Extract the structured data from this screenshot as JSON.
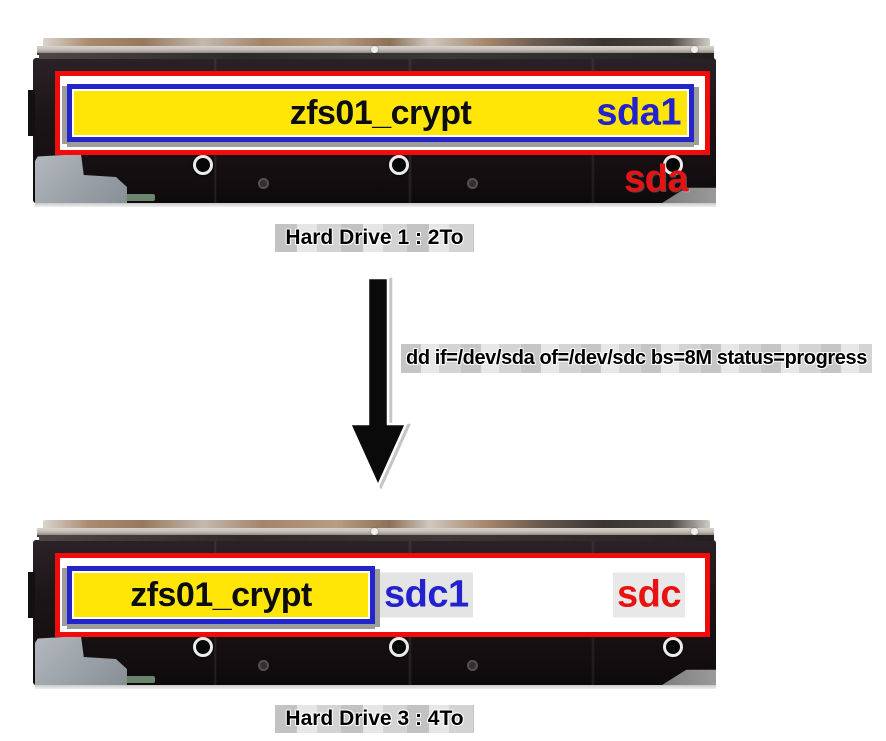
{
  "diagram": {
    "source_drive": {
      "caption": "Hard Drive 1 : 2To",
      "device": "sda",
      "partition_name": "zfs01_crypt",
      "partition_device": "sda1"
    },
    "target_drive": {
      "caption": "Hard Drive 3 : 4To",
      "device": "sdc",
      "partition_name": "zfs01_crypt",
      "partition_device": "sdc1"
    },
    "command": "dd if=/dev/sda of=/dev/sdc bs=8M status=progress"
  },
  "colors": {
    "disk_outline_red": "#f20b0b",
    "partition_border_blue": "#2424cb",
    "partition_fill_yellow": "#ffe607",
    "device_label_red": "#e81212",
    "partition_label_blue": "#2222cf",
    "label_text_black": "#0d0d0d"
  }
}
